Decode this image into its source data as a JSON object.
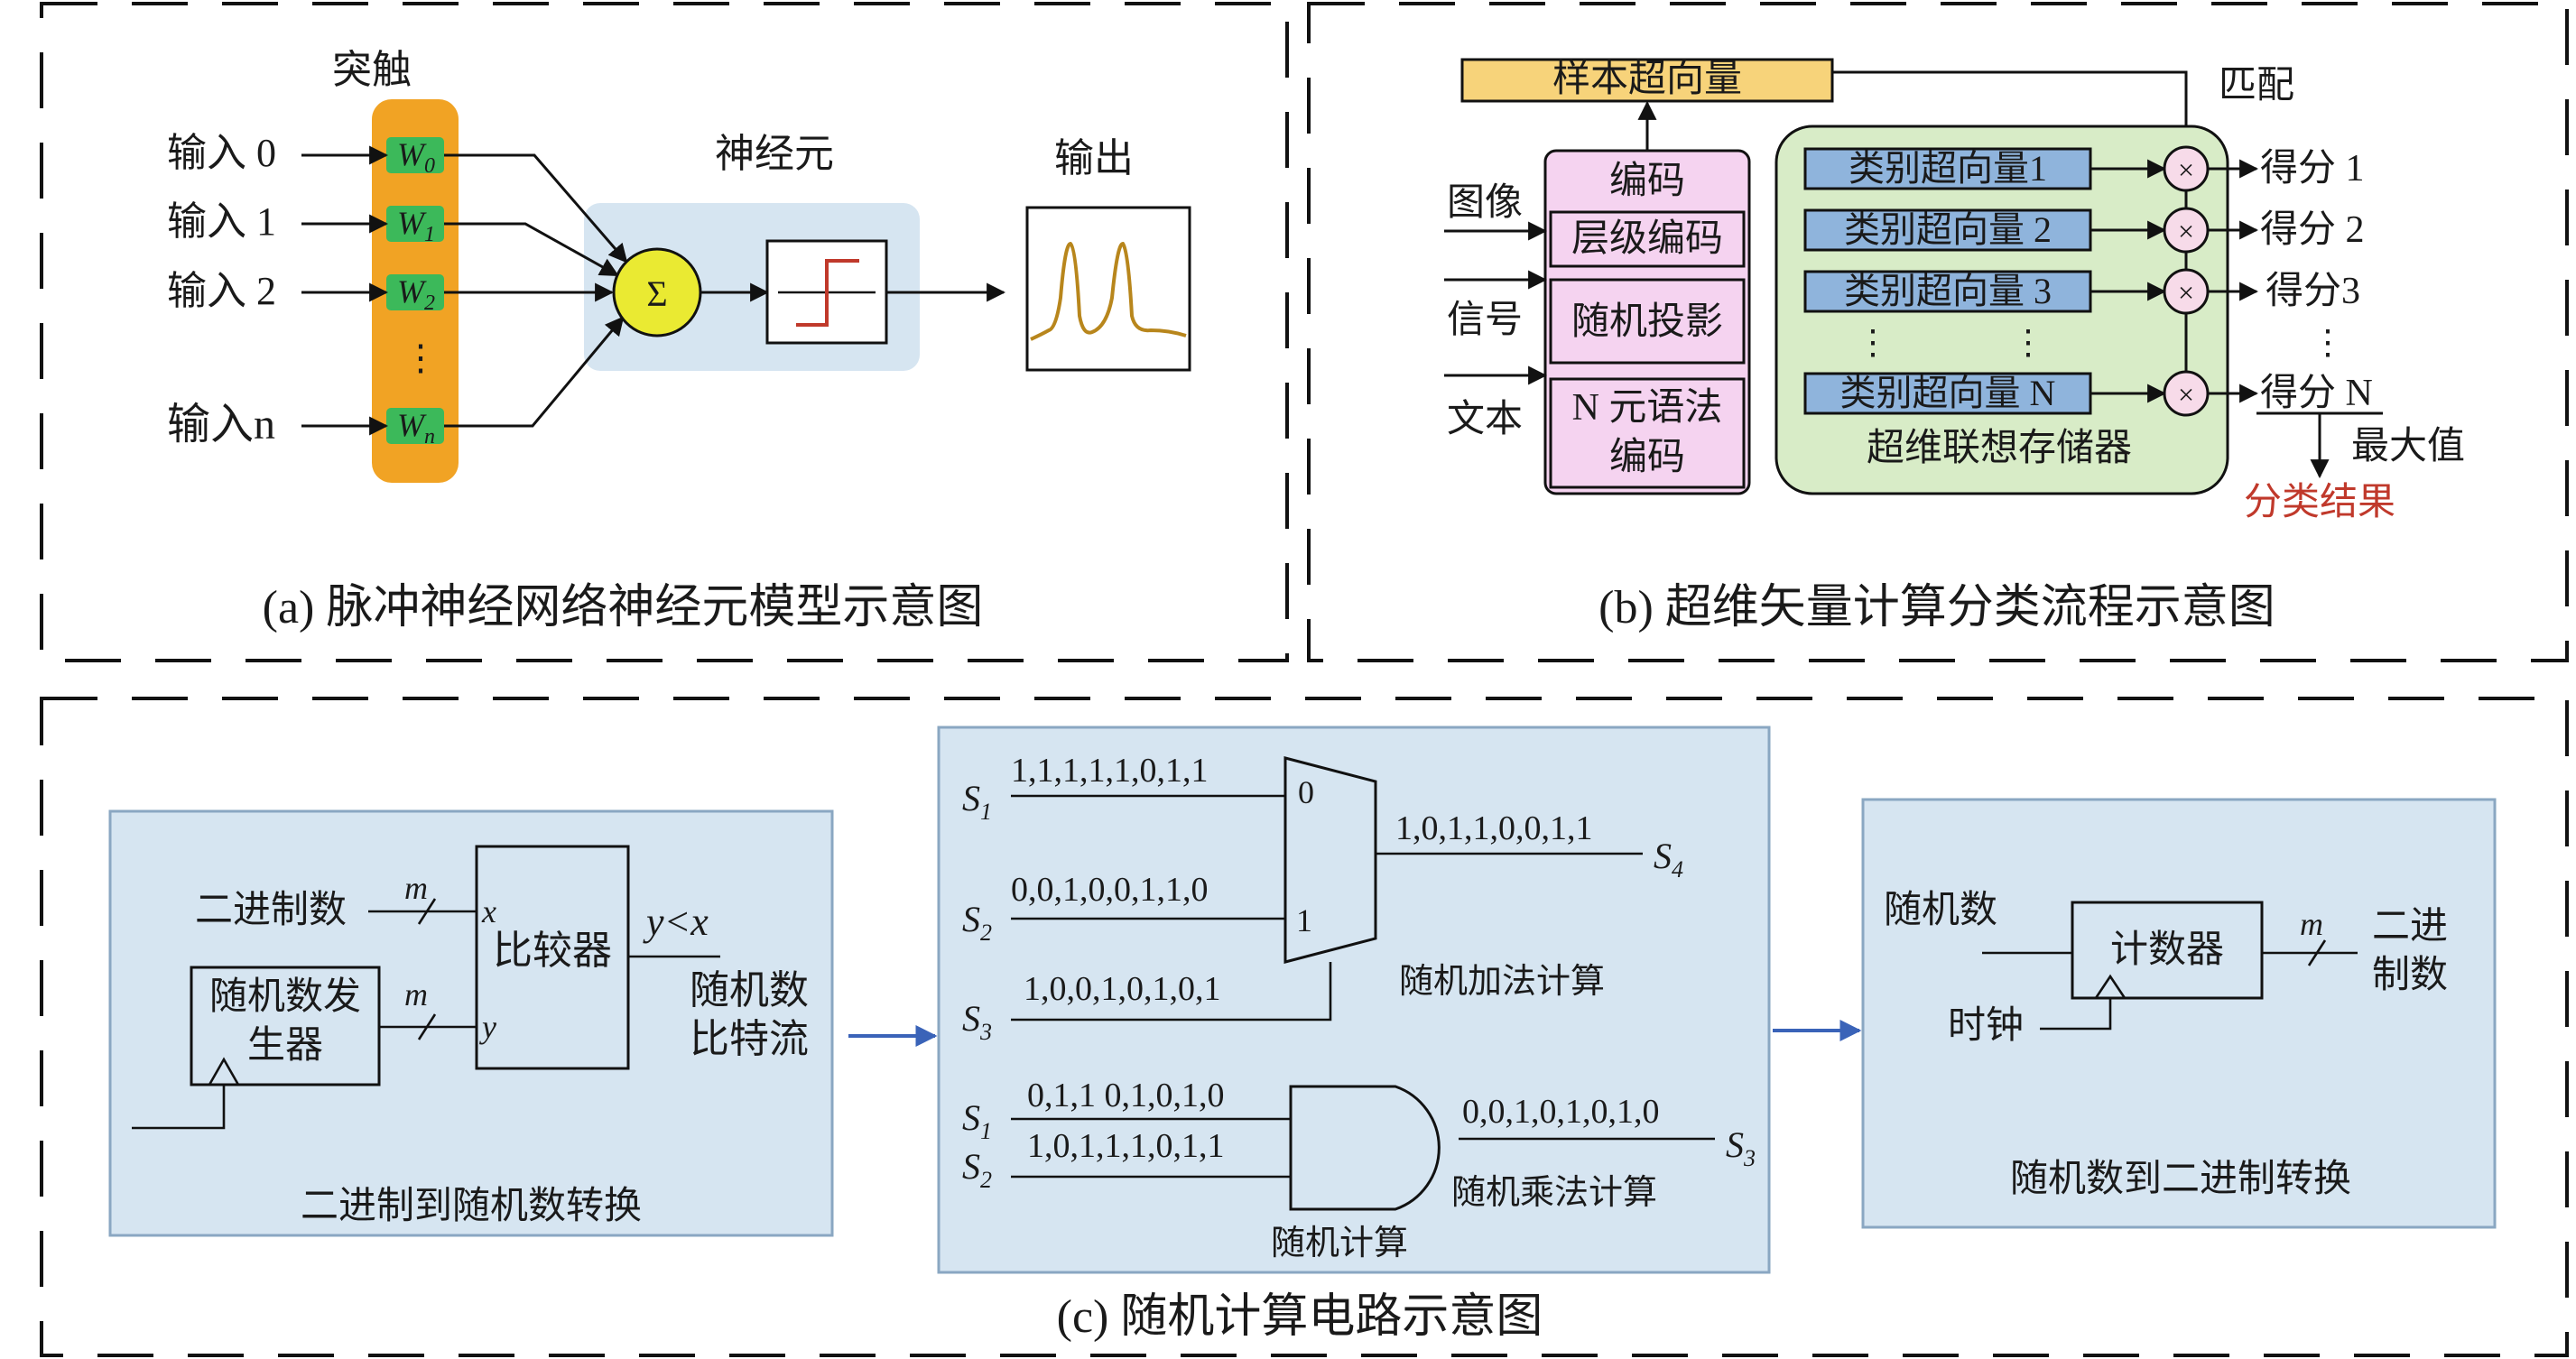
{
  "colors": {
    "panel_blue": "#d6e5f1",
    "panel_border": "#8aa7c2",
    "synapse_orange": "#f1a324",
    "weight_green": "#3cb95a",
    "sum_yellow": "#eaea32",
    "wave_gold": "#b8861c",
    "step_red": "#c0392b",
    "sample_yellow": "#f7d37a",
    "encoder_pink": "#f5d3f0",
    "memory_green": "#d8ecc7",
    "class_blue": "#8fb4dc",
    "mult_pink": "#f7dbe9",
    "result_red": "#c0392b",
    "link_blue": "#3a63b8"
  },
  "panel_a": {
    "caption": "(a) 脉冲神经网络神经元模型示意图",
    "synapse_label": "突触",
    "inputs": [
      "输入 0",
      "输入 1",
      "输入 2",
      "⋮",
      "输入n"
    ],
    "weights": [
      "W0",
      "W1",
      "W2",
      "⋮",
      "Wn"
    ],
    "weights_sub": [
      "0",
      "1",
      "2",
      "",
      "n"
    ],
    "neuron_label": "神经元",
    "sum_symbol": "Σ",
    "output_label": "输出"
  },
  "panel_b": {
    "caption": "(b) 超维矢量计算分类流程示意图",
    "sample_vector": "样本超向量",
    "match_label": "匹配",
    "input_types": [
      "图像",
      "信号",
      "文本"
    ],
    "encoder_title": "编码",
    "encoder_items": [
      "层级编码",
      "随机投影",
      "N 元语法",
      "编码"
    ],
    "class_vectors": [
      "类别超向量1",
      "类别超向量 2",
      "类别超向量 3",
      "类别超向量 N"
    ],
    "dots": "⋮",
    "multiply_symbol": "×",
    "scores": [
      "得分 1",
      "得分 2",
      "得分3",
      "得分 N"
    ],
    "memory_label": "超维联想存储器",
    "max_label": "最大值",
    "result_label": "分类结果"
  },
  "panel_c": {
    "caption": "(c) 随机计算电路示意图",
    "left": {
      "binary_number": "二进制数",
      "bus_width": "m",
      "rng_label_line1": "随机数发",
      "rng_label_line2": "生器",
      "comparator_label": "比较器",
      "port_x": "x",
      "port_y": "y",
      "condition": "y<x",
      "out_line1": "随机数",
      "out_line2": "比特流",
      "title": "二进制到随机数转换"
    },
    "middle": {
      "s1_bits": "1,1,1,1,1,0,1,1",
      "s2_bits": "0,0,1,0,0,1,1,0",
      "s3_bits": "1,0,0,1,0,1,0,1",
      "mux_out_bits": "1,0,1,1,0,0,1,1",
      "mux_in0": "0",
      "mux_in1": "1",
      "add_label": "随机加法计算",
      "and_s1_bits": "0,1,1 0,1,0,1,0",
      "and_s2_bits": "1,0,1,1,1,0,1,1",
      "and_out_bits": "0,0,1,0,1,0,1,0",
      "mult_label": "随机乘法计算",
      "title": "随机计算",
      "sig_s1": "S1",
      "sig_s2": "S2",
      "sig_s3": "S3",
      "sig_s4": "S4"
    },
    "right": {
      "random_number": "随机数",
      "clock": "时钟",
      "counter_label": "计数器",
      "bus_width": "m",
      "out_line1": "二进",
      "out_line2": "制数",
      "title": "随机数到二进制转换"
    }
  }
}
